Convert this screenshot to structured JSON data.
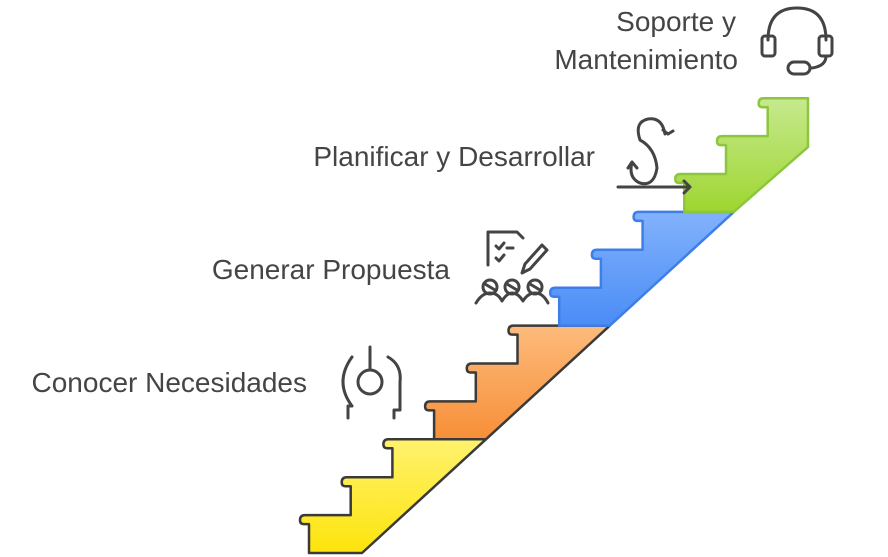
{
  "steps": [
    {
      "label": "Conocer Necesidades",
      "icon": "needs-target-icon",
      "color_top": "#fef26e",
      "color_bottom": "#fde40c",
      "stroke": "#3a3a3a"
    },
    {
      "label": "Generar Propuesta",
      "icon": "proposal-team-icon",
      "color_top": "#fdbb7c",
      "color_bottom": "#f78f38",
      "stroke": "#3a3a3a"
    },
    {
      "label": "Planificar y Desarrollar",
      "icon": "iteration-arrow-icon",
      "color_top": "#82b2fc",
      "color_bottom": "#4a8cf6",
      "stroke": "#3d7ee8"
    },
    {
      "label_line1": "Soporte y",
      "label_line2": "Mantenimiento",
      "icon": "headset-icon",
      "color_top": "#c6e98e",
      "color_bottom": "#9ed631",
      "stroke": "#8cc63f"
    }
  ]
}
